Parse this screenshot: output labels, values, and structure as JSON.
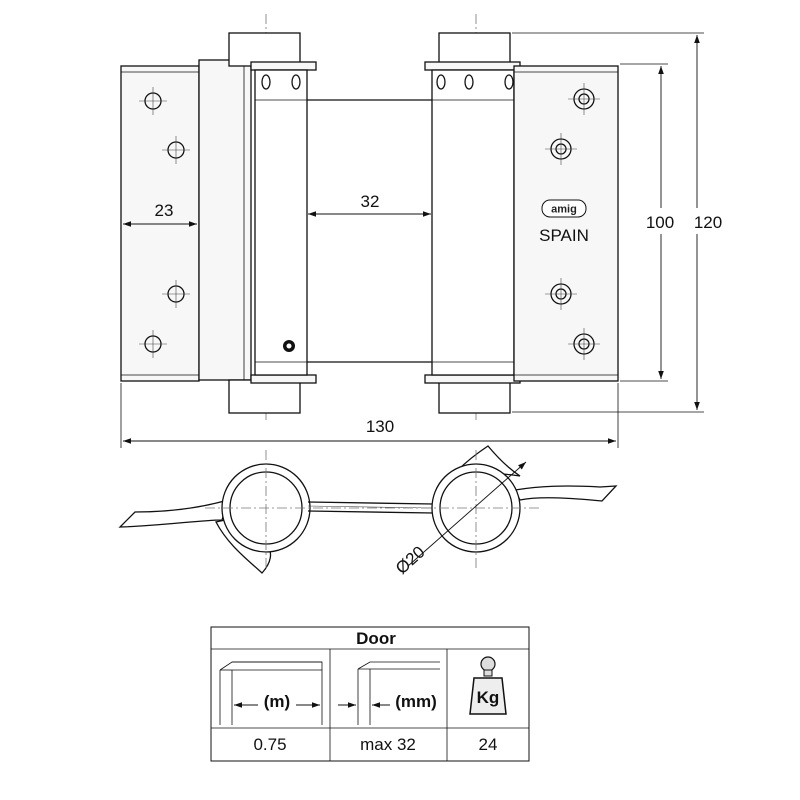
{
  "dimensions": {
    "leaf_width": "23",
    "gap": "32",
    "height_inner": "100",
    "height_total": "120",
    "overall_width": "130",
    "barrel_diameter": "Ø20"
  },
  "brand": {
    "logo_text": "amig",
    "origin": "SPAIN"
  },
  "spec_table": {
    "header": "Door",
    "columns": [
      {
        "icon": "door-width-icon",
        "label": "(m)",
        "value": "0.75"
      },
      {
        "icon": "door-thickness-icon",
        "label": "(mm)",
        "value": "max 32"
      },
      {
        "icon": "weight-icon",
        "label": "Kg",
        "value": "24"
      }
    ]
  },
  "colors": {
    "line": "#111111",
    "fill": "#f7f7f7",
    "background": "#ffffff"
  }
}
